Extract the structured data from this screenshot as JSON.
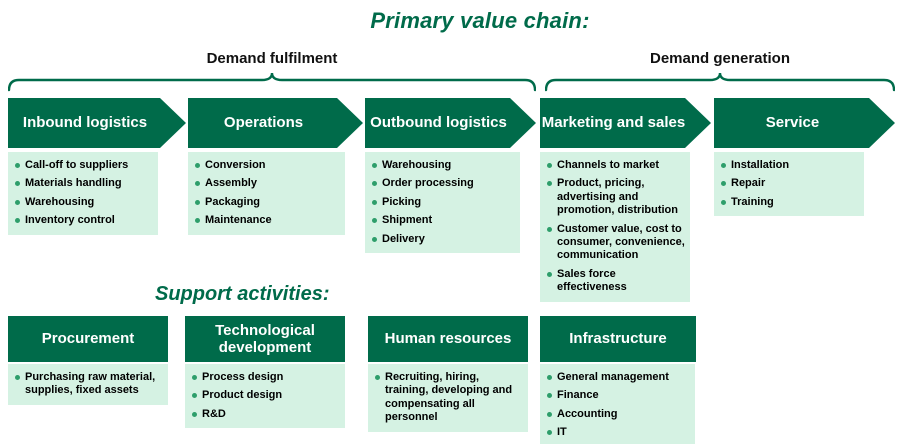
{
  "title": "Primary value chain:",
  "support_title": "Support activities:",
  "braces": {
    "fulfilment": "Demand fulfilment",
    "generation": "Demand generation"
  },
  "colors": {
    "dark_green": "#006B4A",
    "light_green": "#D5F2E3",
    "bullet_green": "#2E9E6B",
    "title_green": "#006B4A",
    "label_black": "#111111"
  },
  "primary": [
    {
      "label": "Inbound logistics",
      "items": [
        "Call-off to suppliers",
        "Materials handling",
        "Warehousing",
        "Inventory control"
      ]
    },
    {
      "label": "Operations",
      "items": [
        "Conversion",
        "Assembly",
        "Packaging",
        "Maintenance"
      ]
    },
    {
      "label": "Outbound logistics",
      "items": [
        "Warehousing",
        "Order processing",
        "Picking",
        "Shipment",
        "Delivery"
      ]
    },
    {
      "label": "Marketing and sales",
      "items": [
        "Channels to market",
        "Product, pricing, advertising and promotion, distribution",
        "Customer value, cost to consumer, convenience, communication",
        "Sales force effectiveness"
      ]
    },
    {
      "label": "Service",
      "items": [
        "Installation",
        "Repair",
        "Training"
      ]
    }
  ],
  "support": [
    {
      "label": "Procurement",
      "items": [
        "Purchasing raw material, supplies, fixed assets"
      ]
    },
    {
      "label": "Technological development",
      "items": [
        "Process design",
        "Product design",
        "R&D"
      ]
    },
    {
      "label": "Human resources",
      "items": [
        "Recruiting, hiring, training, developing and compensating all personnel"
      ]
    },
    {
      "label": "Infrastructure",
      "items": [
        "General management",
        "Finance",
        "Accounting",
        "IT"
      ]
    }
  ]
}
